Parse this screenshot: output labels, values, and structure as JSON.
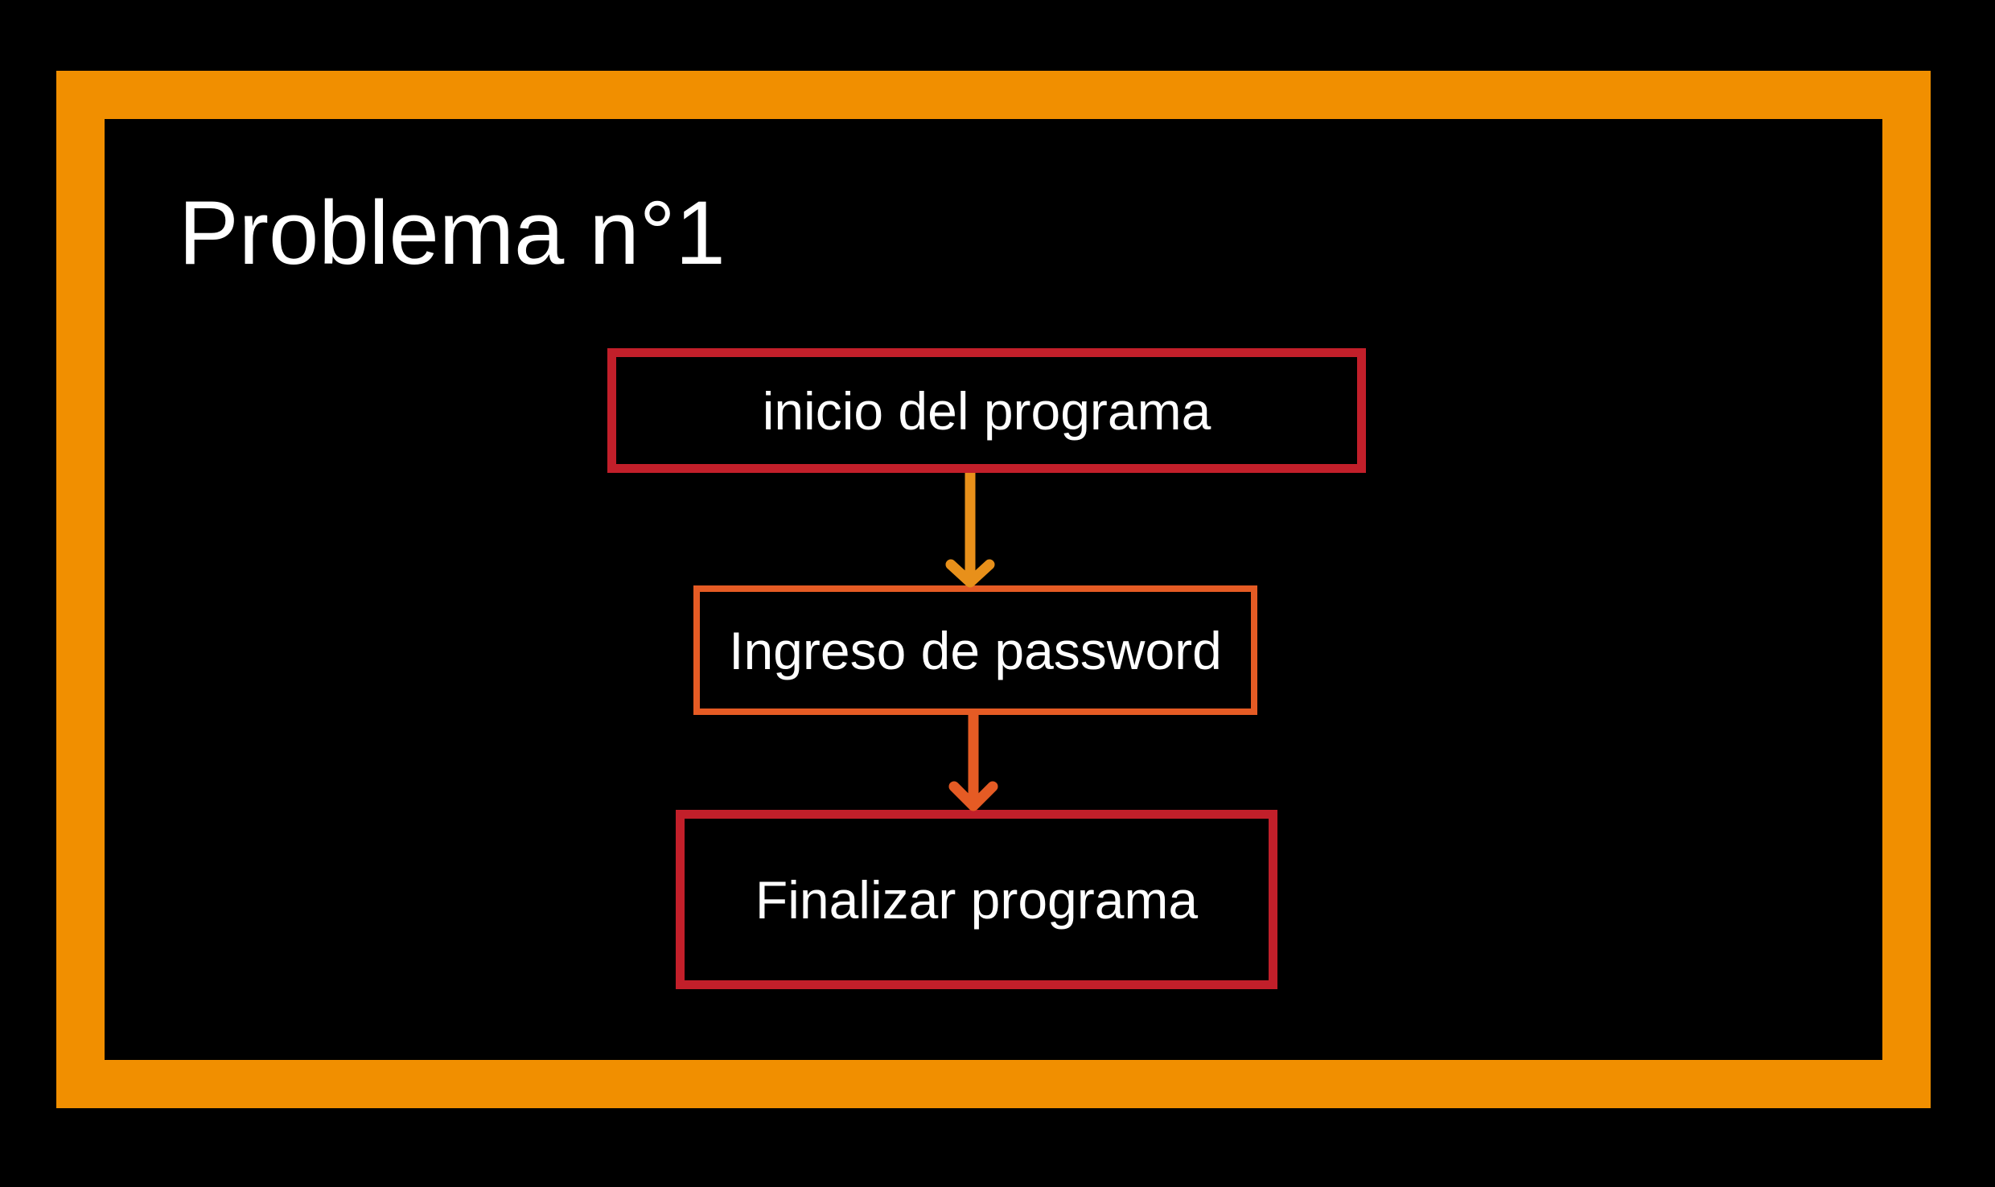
{
  "title": "Problema n°1",
  "nodes": {
    "start": "inicio del programa",
    "password": "Ingreso de password",
    "end": "Finalizar programa"
  },
  "colors": {
    "frame": "#f18f00",
    "background": "#000000",
    "node_red": "#c21f2a",
    "node_orange": "#e55b24",
    "arrow_1": "#e8901a",
    "arrow_2": "#e55b24",
    "text": "#ffffff"
  }
}
